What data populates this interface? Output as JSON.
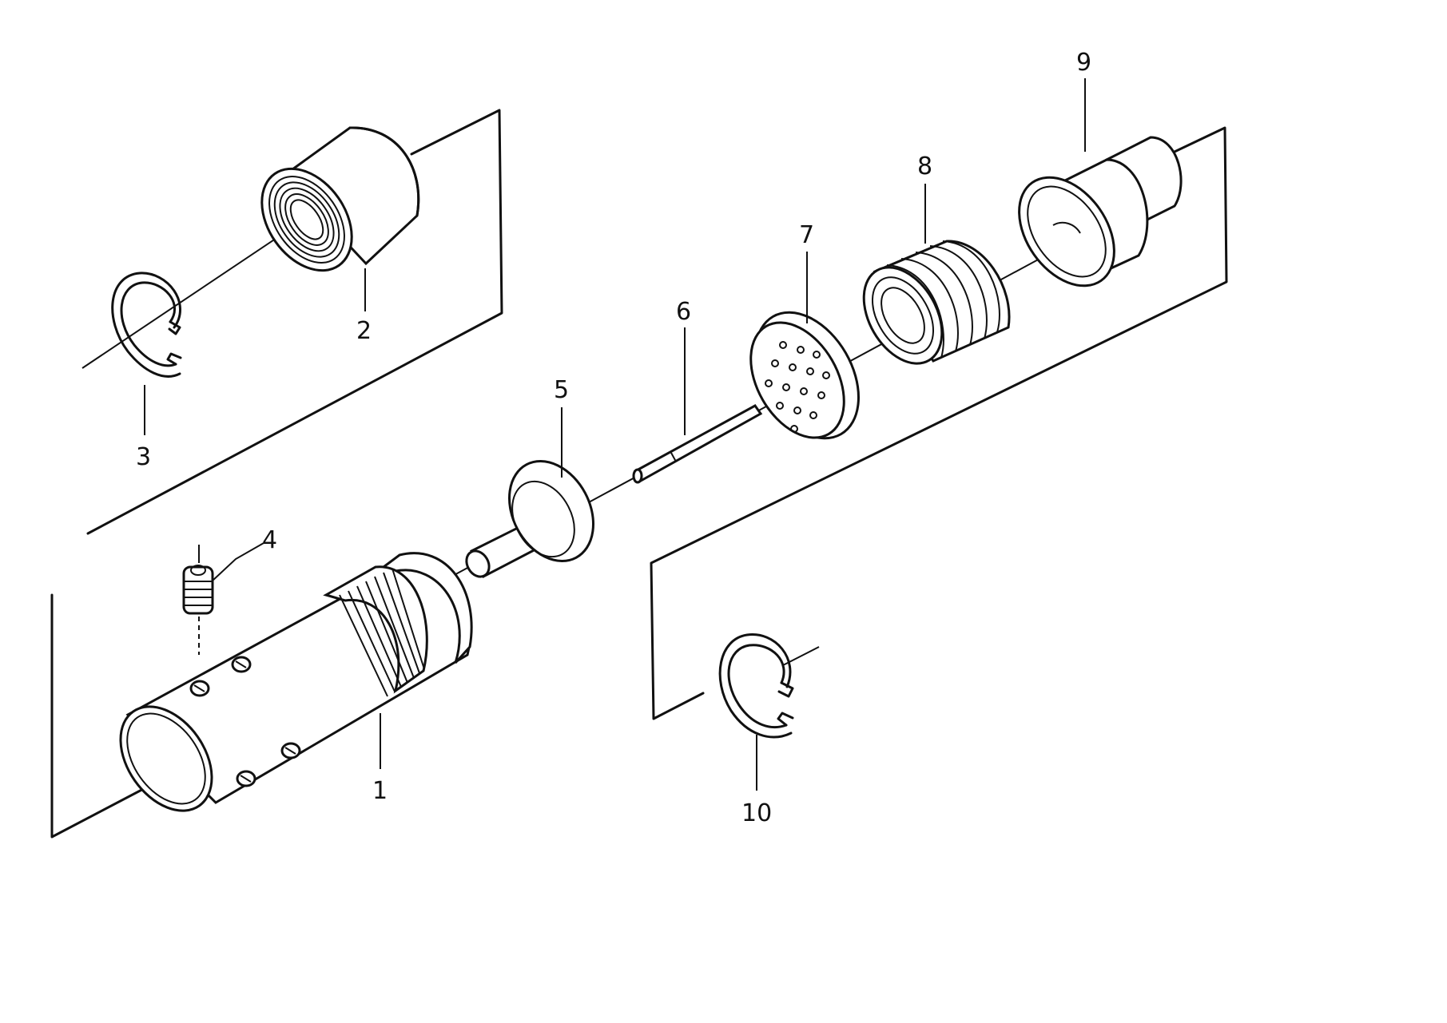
{
  "diagram": {
    "callouts": [
      {
        "id": "part-1",
        "label": "1"
      },
      {
        "id": "part-2",
        "label": "2"
      },
      {
        "id": "part-3",
        "label": "3"
      },
      {
        "id": "part-4",
        "label": "4"
      },
      {
        "id": "part-5",
        "label": "5"
      },
      {
        "id": "part-6",
        "label": "6"
      },
      {
        "id": "part-7",
        "label": "7"
      },
      {
        "id": "part-8",
        "label": "8"
      },
      {
        "id": "part-9",
        "label": "9"
      },
      {
        "id": "part-10",
        "label": "10"
      }
    ]
  }
}
